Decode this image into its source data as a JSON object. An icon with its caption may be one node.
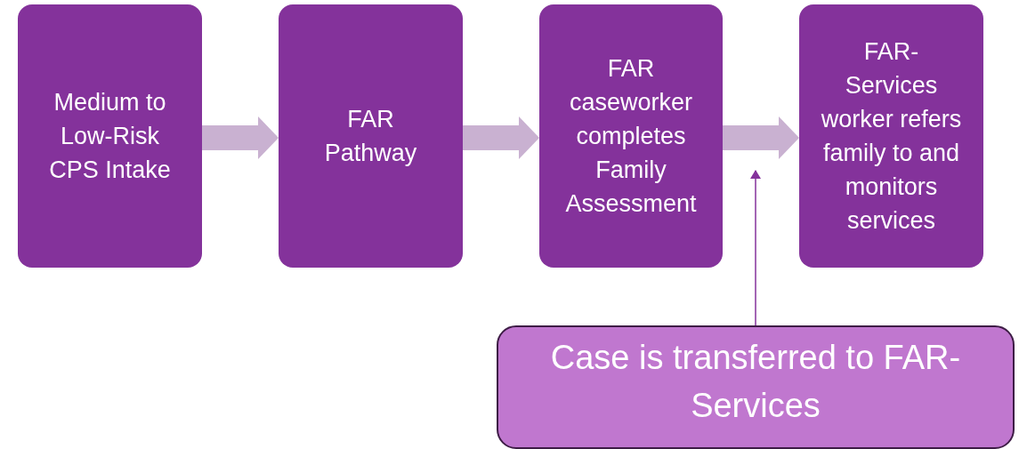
{
  "diagram": {
    "nodes": [
      {
        "text": [
          "Medium to Low-Risk CPS Intake"
        ]
      },
      {
        "text": [
          "FAR Pathway"
        ]
      },
      {
        "text": [
          "FAR caseworker completes Family Assessment"
        ]
      },
      {
        "text": [
          "FAR-Services worker refers family to and monitors services"
        ]
      },
      {
        "text": [
          "Case is transferred to FAR-Services"
        ]
      }
    ],
    "edges": [
      {
        "from": 0,
        "to": 1,
        "arrow": "to"
      },
      {
        "from": 1,
        "to": 2,
        "arrow": "to"
      },
      {
        "from": 2,
        "to": 3,
        "arrow": "to"
      },
      {
        "from": 4,
        "to": null,
        "arrow": "to",
        "color": "#84329b"
      }
    ]
  }
}
